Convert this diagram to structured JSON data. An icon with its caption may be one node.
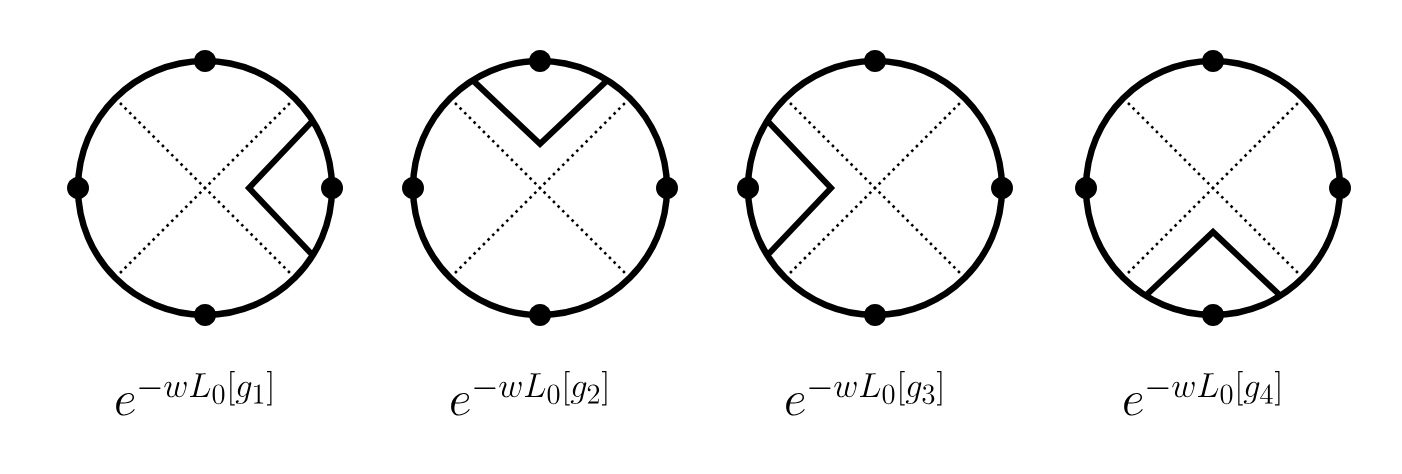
{
  "diagram": {
    "labels": [
      "e^{-wL_0[g_1]}",
      "e^{-wL_0[g_2]}",
      "e^{-wL_0[g_3]}",
      "e^{-wL_0[g_4]}"
    ]
  }
}
